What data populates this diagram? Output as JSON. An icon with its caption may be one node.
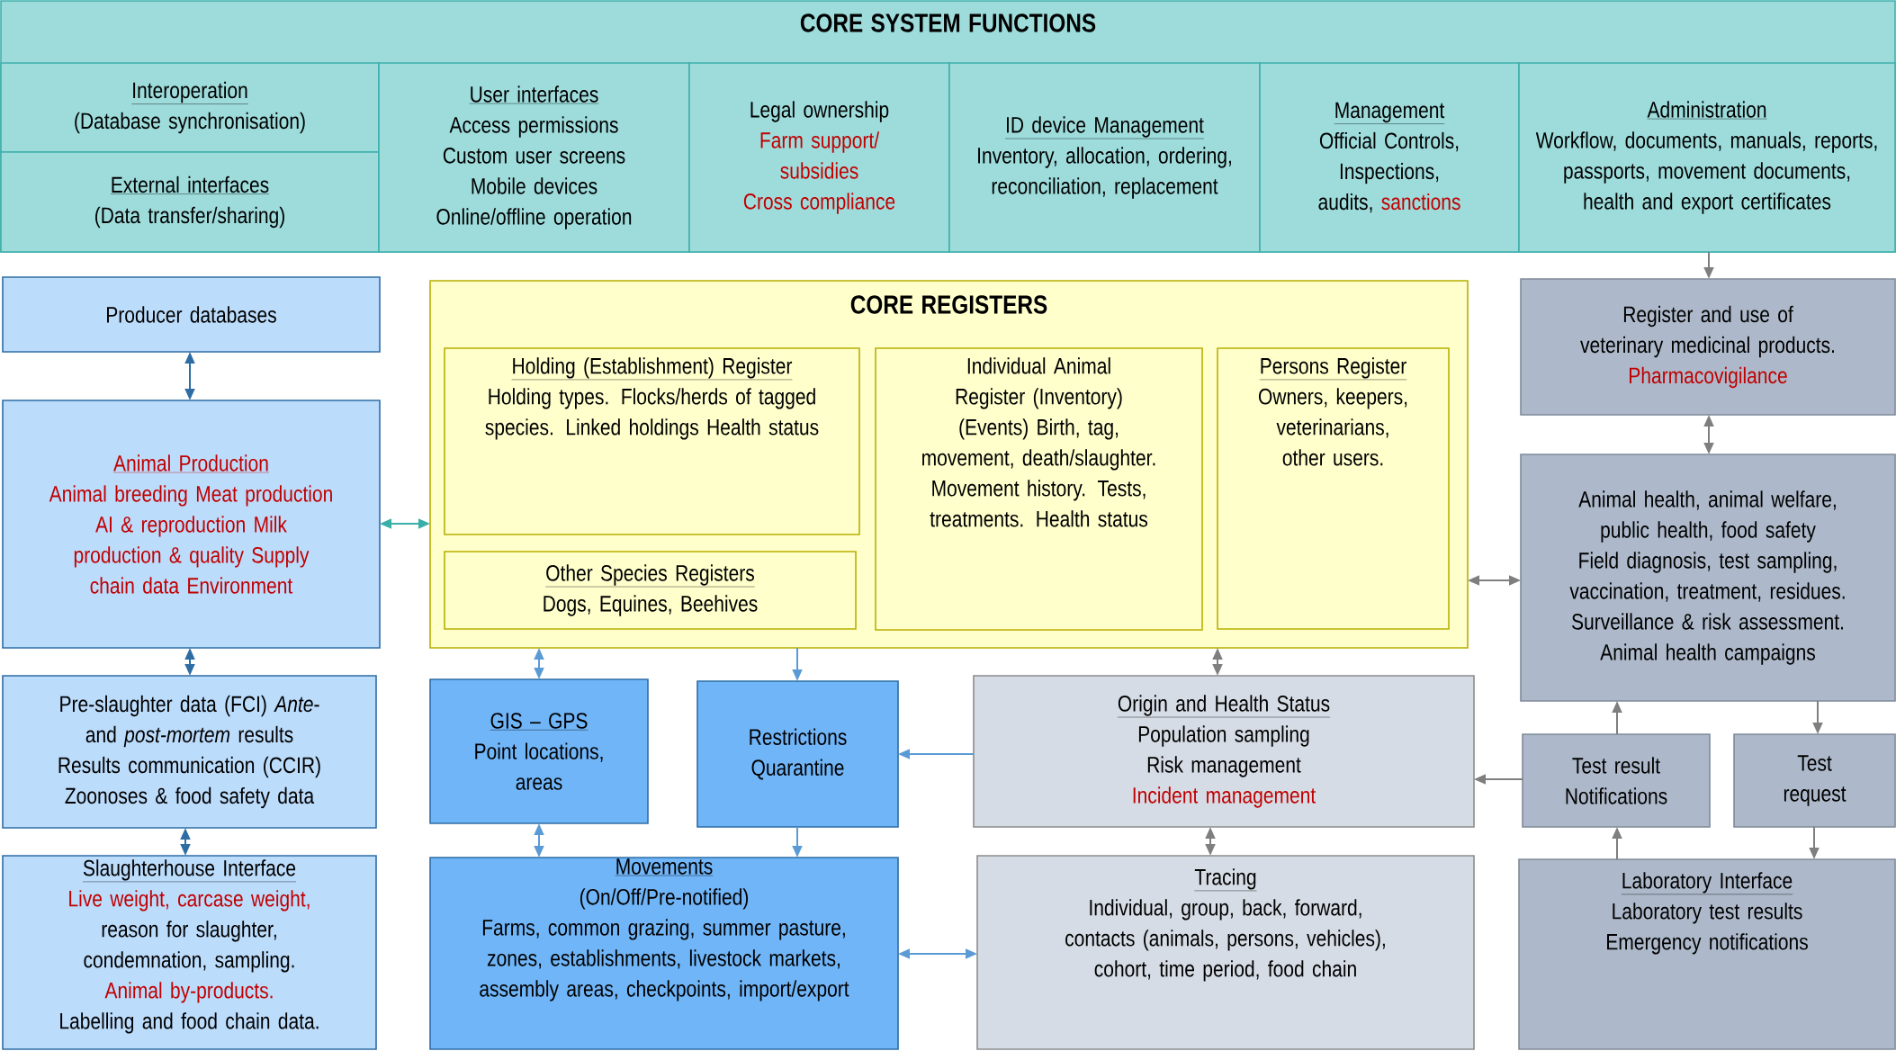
{
  "diagram": {
    "nodes": [
      {
        "text": [
          "CORE SYSTEM FUNCTIONS"
        ]
      },
      {
        "text": [
          "Interoperation",
          "(Database synchronisation)"
        ],
        "in": 0
      },
      {
        "text": [
          "External interfaces",
          "(Data transfer/sharing)"
        ],
        "in": 0
      },
      {
        "text": [
          "User interfaces",
          "Access permissions Custom user screens Mobile devices Online/offline operation"
        ],
        "in": 0
      },
      {
        "text": [
          "Legal ownership",
          "Farm support/ subsidies",
          "Cross compliance"
        ],
        "in": 0
      },
      {
        "text": [
          "ID device Management",
          "Inventory, allocation, ordering, reconciliation, replacement"
        ],
        "in": 0
      },
      {
        "text": [
          "Management",
          "Official Controls, Inspections, audits,",
          "sanctions"
        ],
        "in": 0
      },
      {
        "text": [
          "Administration",
          "Workflow, documents, manuals, reports, passports, movement documents, health and export certificates"
        ],
        "in": 0
      },
      {
        "text": [
          "Producer databases"
        ]
      },
      {
        "text": [
          "Animal Production",
          "Animal breeding Meat production AI & reproduction Milk production & quality Supply chain data Environment"
        ]
      },
      {
        "text": [
          "Pre-slaughter data (FCI) *Ante*- and *post-mortem* results Results communication (CCIR) Zoonoses & food safety data"
        ]
      },
      {
        "text": [
          "Slaughterhouse Interface",
          "Live weight, carcase weight,",
          "reason for slaughter, condemnation, sampling.",
          "Animal by-products.",
          "Labelling and food chain data."
        ]
      },
      {
        "text": [
          "CORE REGISTERS"
        ]
      },
      {
        "text": [
          "Holding (Establishment) Register",
          "Holding types. Flocks/herds of tagged species. Linked holdings Health status"
        ],
        "in": 12
      },
      {
        "text": [
          "Other Species Registers",
          "Dogs, Equines, Beehives"
        ],
        "in": 12
      },
      {
        "text": [
          "Individual Animal Register (Inventory)",
          "(Events) Birth, tag, movement, death/slaughter. Movement history. Tests, treatments. Health status"
        ],
        "in": 12
      },
      {
        "text": [
          "Persons Register",
          "Owners, keepers, veterinarians, other users."
        ],
        "in": 12
      },
      {
        "text": [
          "Register and use of veterinary medicinal products.",
          "Pharmacovigilance"
        ]
      },
      {
        "text": [
          "Animal health, animal welfare, public health, food safety",
          "Field diagnosis, test sampling, vaccination, treatment, residues. Surveillance & risk assessment. Animal health campaigns"
        ]
      },
      {
        "text": [
          "GIS – GPS",
          "Point locations, areas"
        ]
      },
      {
        "text": [
          "Restrictions Quarantine"
        ]
      },
      {
        "text": [
          "Origin and Health Status",
          "Population sampling Risk management",
          "Incident management"
        ]
      },
      {
        "text": [
          "Test result Notifications"
        ]
      },
      {
        "text": [
          "Test request"
        ]
      },
      {
        "text": [
          "Movements",
          "(On/Off/Pre-notified)",
          "Farms, common grazing, summer pasture, zones, establishments, livestock markets, assembly areas, checkpoints, import/export"
        ]
      },
      {
        "text": [
          "Tracing",
          "Individual, group, back, forward, contacts (animals, persons, vehicles), cohort, time period, food chain"
        ]
      },
      {
        "text": [
          "Laboratory Interface",
          "Laboratory test results Emergency notifications"
        ]
      }
    ],
    "edges": [
      {
        "from": 8,
        "to": 9,
        "arrow": "both",
        "color": "#2e6da4"
      },
      {
        "from": 9,
        "to": 12,
        "arrow": "both",
        "color": "#3aafa9"
      },
      {
        "from": 9,
        "to": 10,
        "arrow": "both",
        "color": "#2e6da4"
      },
      {
        "from": 10,
        "to": 11,
        "arrow": "both",
        "color": "#2e6da4"
      },
      {
        "from": 7,
        "to": 17,
        "arrow": "to"
      },
      {
        "from": 17,
        "to": 18,
        "arrow": "both"
      },
      {
        "from": 12,
        "to": 18,
        "arrow": "both"
      },
      {
        "from": 12,
        "to": 19,
        "arrow": "both",
        "color": "#5b9bd5"
      },
      {
        "from": 12,
        "to": 20,
        "arrow": "to",
        "color": "#5b9bd5"
      },
      {
        "from": 12,
        "to": 21,
        "arrow": "both"
      },
      {
        "from": 21,
        "to": 20,
        "arrow": "to",
        "color": "#5b9bd5"
      },
      {
        "from": 22,
        "to": 21,
        "arrow": "to"
      },
      {
        "from": 22,
        "to": 18,
        "arrow": "to"
      },
      {
        "from": 18,
        "to": 23,
        "arrow": "to"
      },
      {
        "from": 26,
        "to": 22,
        "arrow": "to"
      },
      {
        "from": 23,
        "to": 26,
        "arrow": "to"
      },
      {
        "from": 19,
        "to": 24,
        "arrow": "both",
        "color": "#5b9bd5"
      },
      {
        "from": 20,
        "to": 24,
        "arrow": "to",
        "color": "#5b9bd5"
      },
      {
        "from": 21,
        "to": 25,
        "arrow": "both"
      },
      {
        "from": 24,
        "to": 25,
        "arrow": "both",
        "color": "#5b9bd5"
      }
    ]
  }
}
